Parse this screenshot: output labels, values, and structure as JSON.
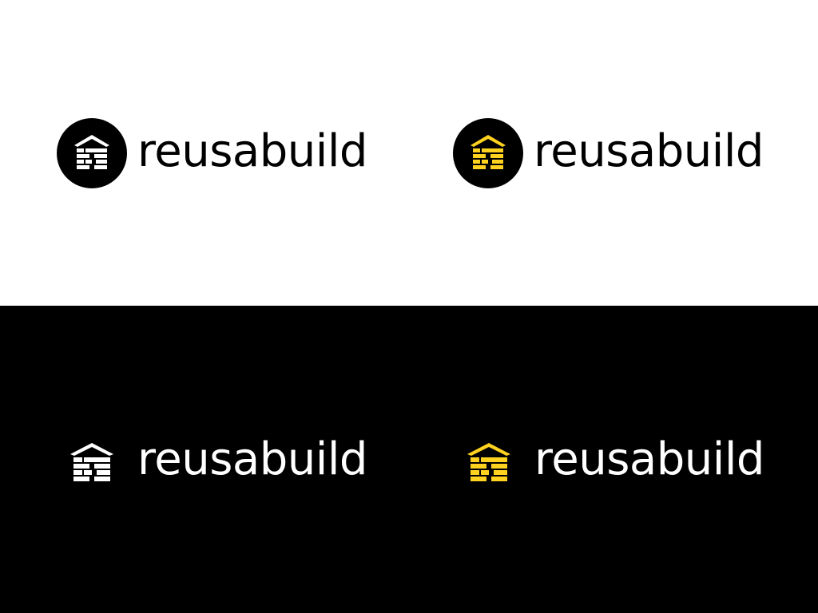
{
  "brand": {
    "wordmark": "reusabuild",
    "colors": {
      "black": "#000000",
      "white": "#ffffff",
      "yellow": "#FFD21F"
    },
    "icon": "house-bricks-icon"
  },
  "variants": [
    {
      "background": "#ffffff",
      "badge": "#000000",
      "icon_color": "#ffffff",
      "text_color": "#000000"
    },
    {
      "background": "#ffffff",
      "badge": "#000000",
      "icon_color": "#FFD21F",
      "text_color": "#000000"
    },
    {
      "background": "#000000",
      "badge": "none",
      "icon_color": "#ffffff",
      "text_color": "#ffffff"
    },
    {
      "background": "#000000",
      "badge": "none",
      "icon_color": "#FFD21F",
      "text_color": "#ffffff"
    }
  ]
}
